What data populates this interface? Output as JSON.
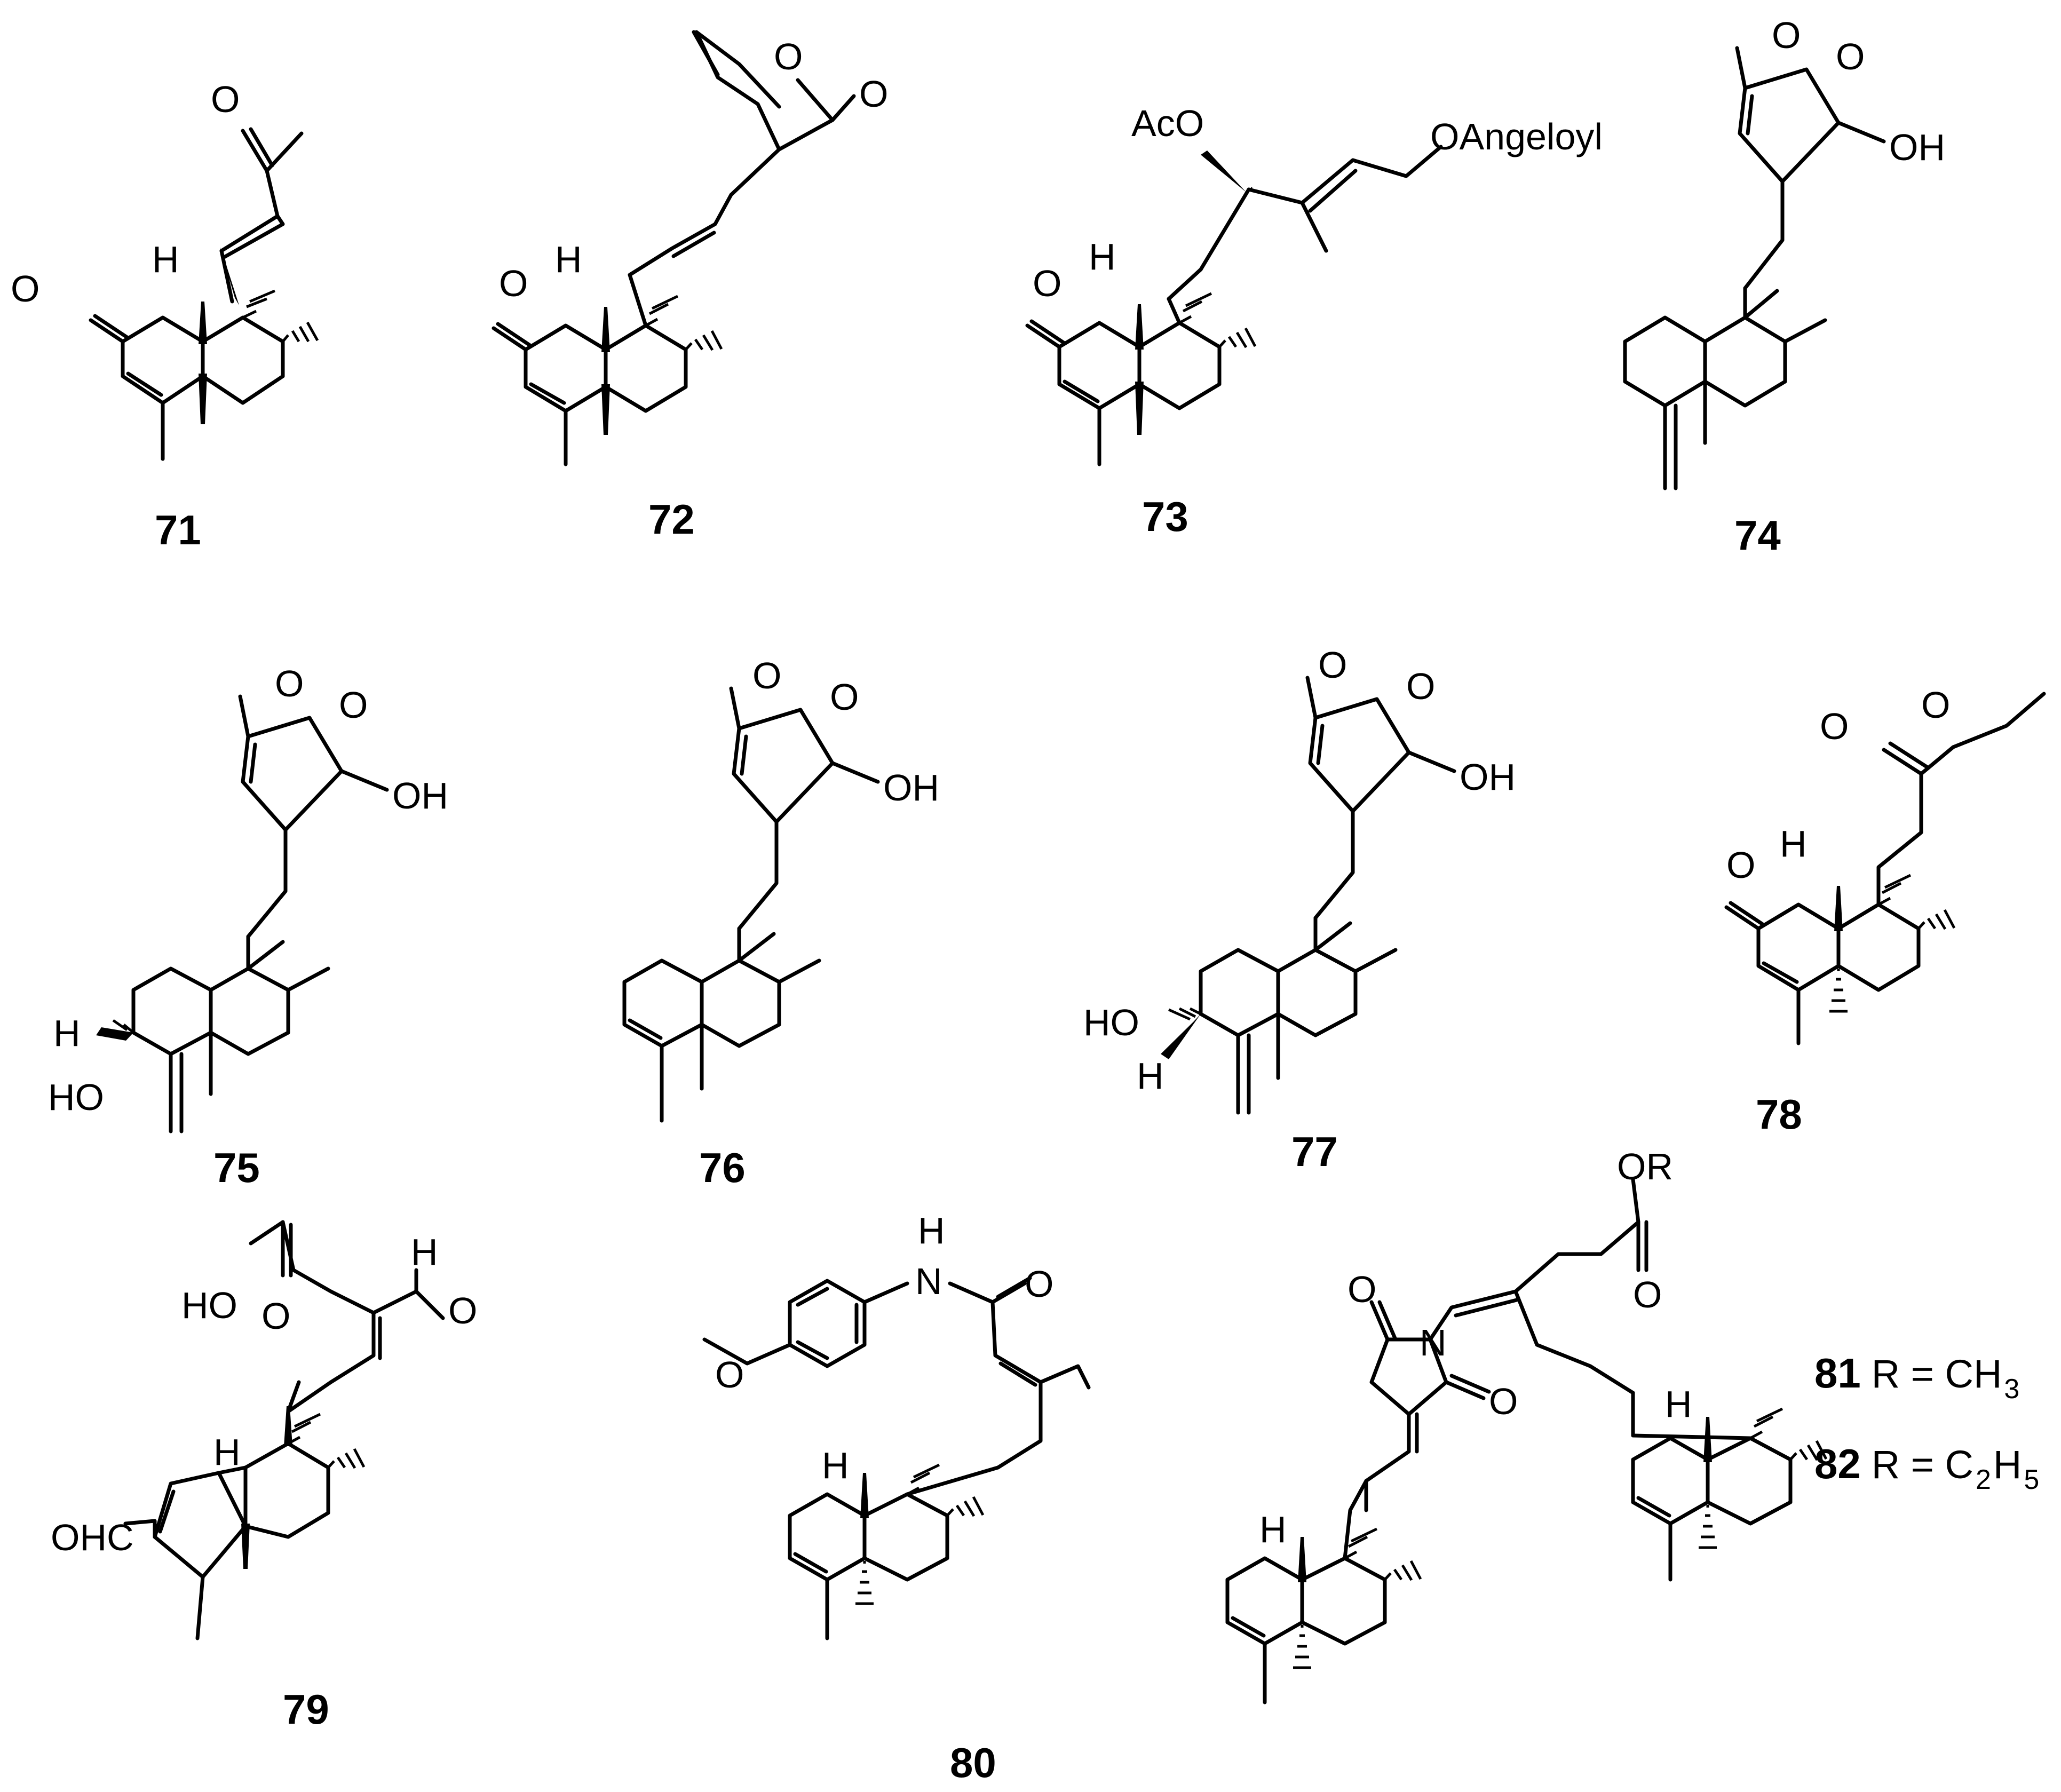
{
  "compounds": [
    {
      "id": "71"
    },
    {
      "id": "72"
    },
    {
      "id": "73"
    },
    {
      "id": "74"
    },
    {
      "id": "75"
    },
    {
      "id": "76"
    },
    {
      "id": "77"
    },
    {
      "id": "78"
    },
    {
      "id": "79"
    },
    {
      "id": "80"
    }
  ],
  "r_group_table": [
    {
      "id": "81",
      "r_label": "R = CH",
      "sub_main": "3",
      "sub_second": "",
      "tail": ""
    },
    {
      "id": "82",
      "r_label": "R = C",
      "sub_main": "2",
      "sub_second": "5",
      "tail": "H"
    }
  ],
  "atom_labels": {
    "o": "O",
    "h": "H",
    "oh": "OH",
    "ho": "HO",
    "aco": "AcO",
    "oangeloyl": "OAngeloyl",
    "ohc": "OHC",
    "n": "N",
    "or": "OR"
  }
}
